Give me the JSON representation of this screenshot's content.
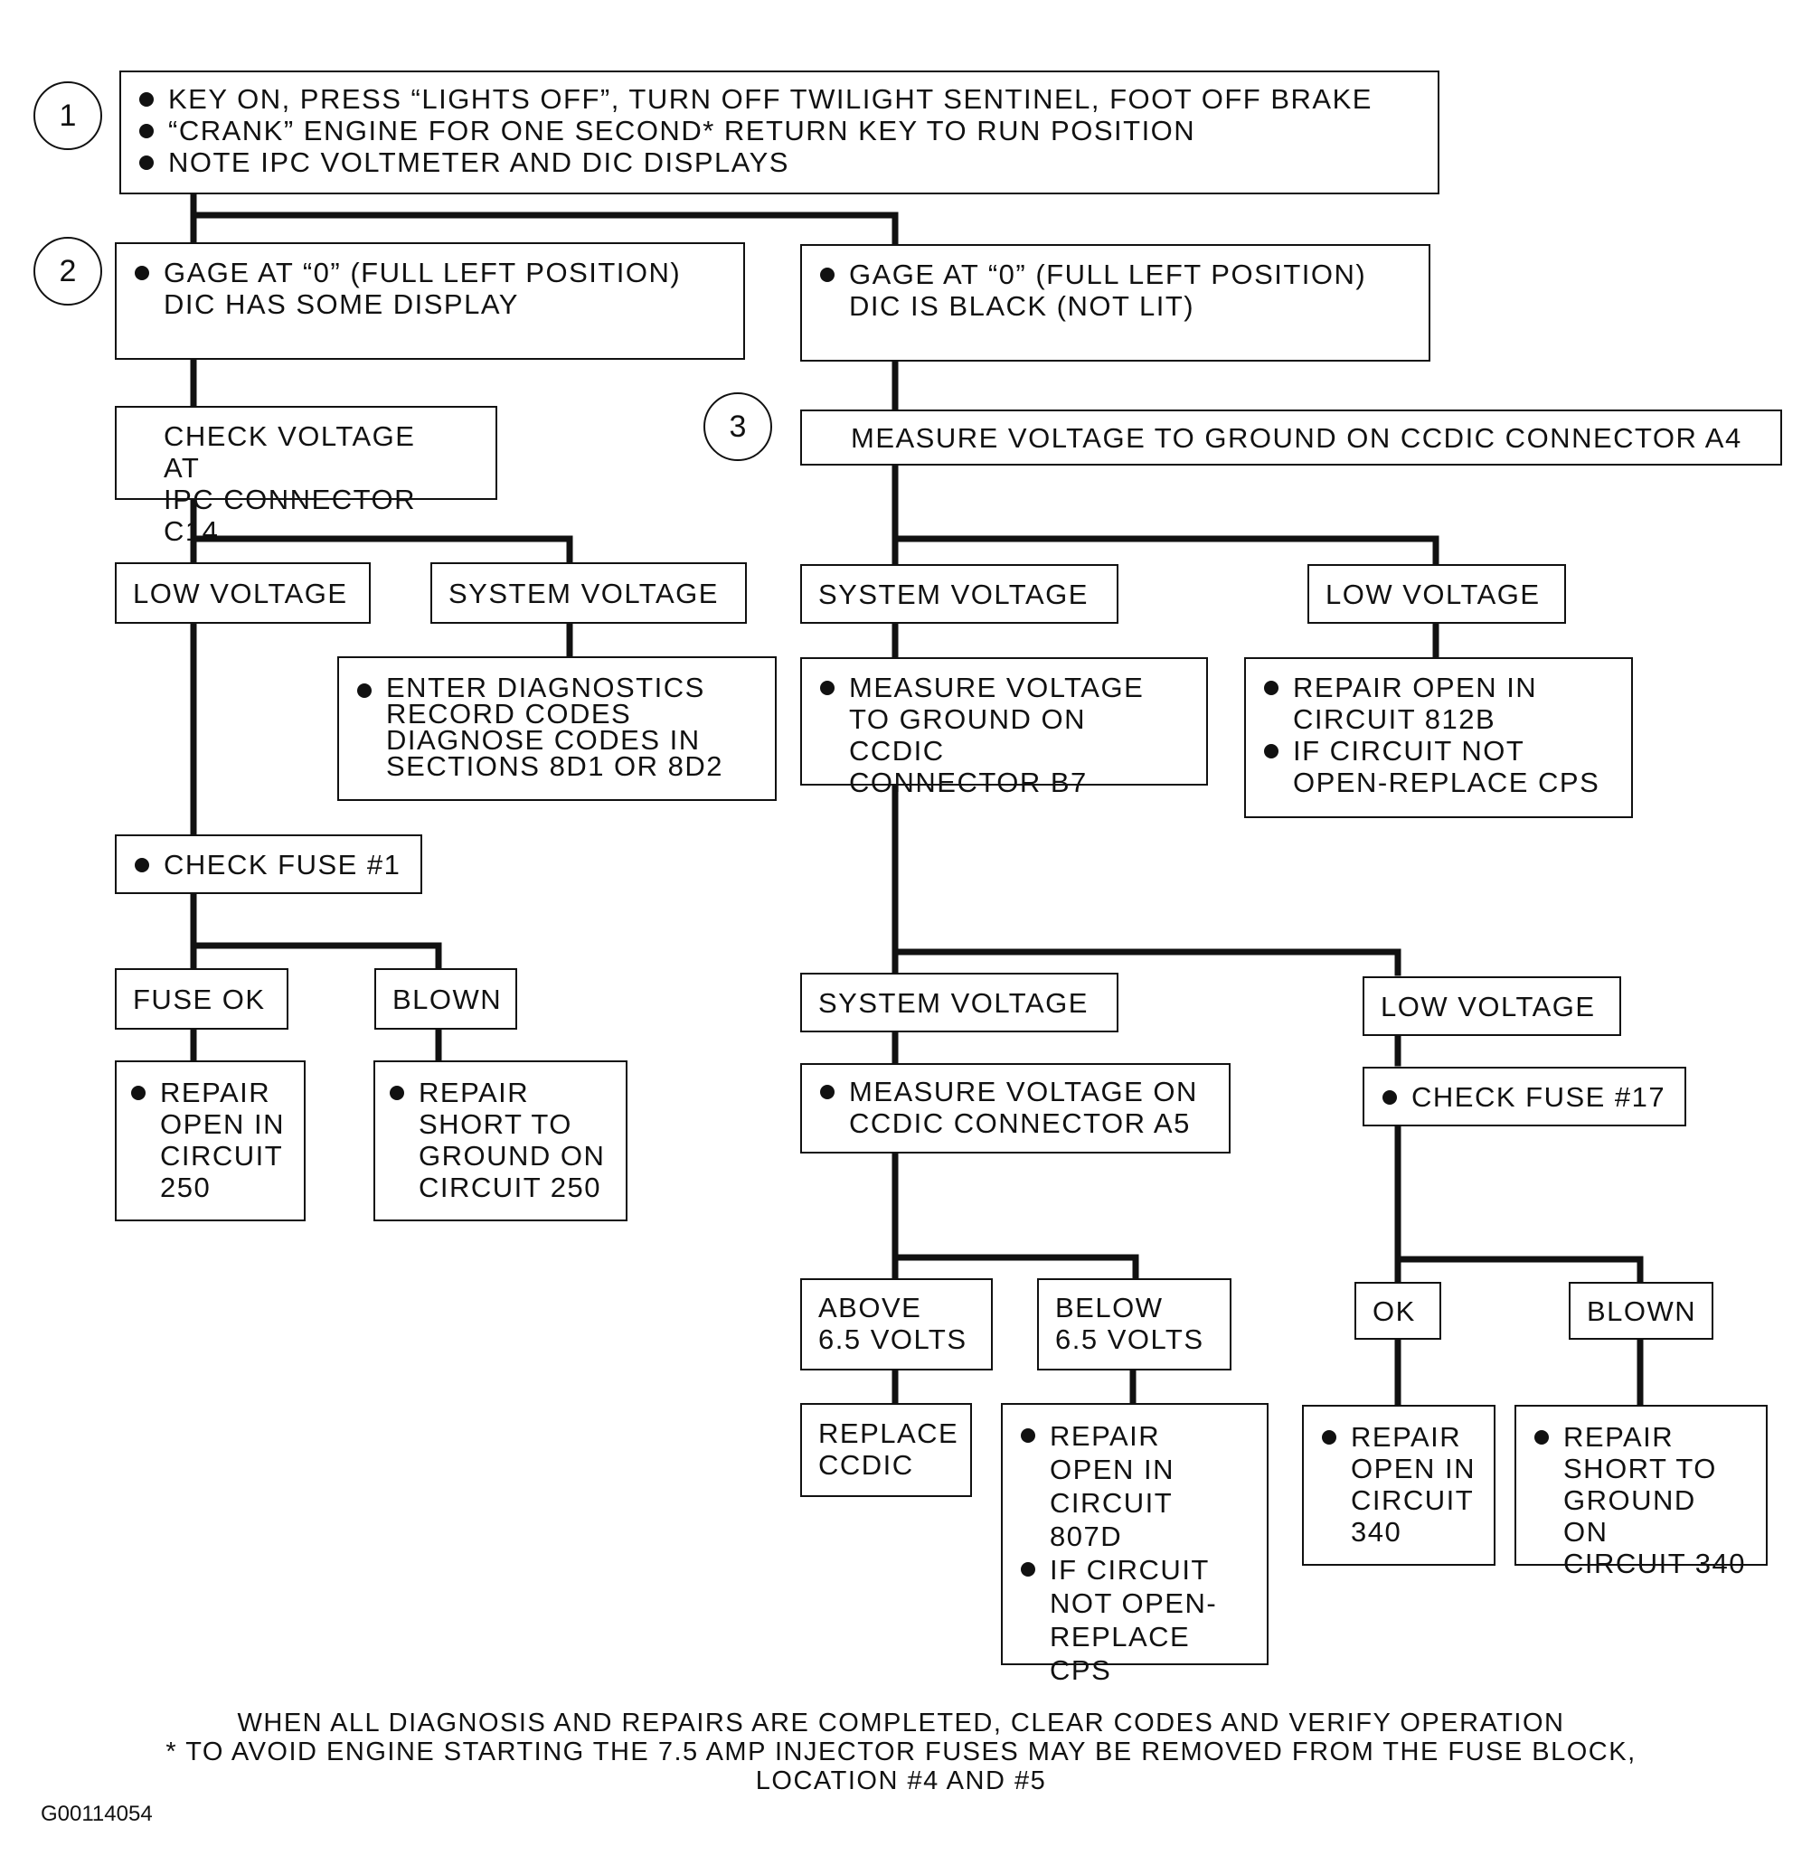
{
  "steps": [
    "1",
    "2",
    "3"
  ],
  "box_start": {
    "items": [
      "KEY ON, PRESS “LIGHTS OFF”, TURN OFF TWILIGHT SENTINEL, FOOT OFF BRAKE",
      "“CRANK” ENGINE FOR ONE SECOND* RETURN KEY TO RUN POSITION",
      "NOTE IPC VOLTMETER AND DIC DISPLAYS"
    ]
  },
  "left": {
    "gage_some": "GAGE AT “0” (FULL LEFT POSITION)\nDIC HAS SOME DISPLAY",
    "check_voltage_c14": "CHECK VOLTAGE AT\nIPC CONNECTOR C14",
    "low_voltage": "LOW VOLTAGE",
    "system_voltage": "SYSTEM VOLTAGE",
    "enter_diagnostics": "ENTER DIAGNOSTICS\nRECORD CODES\nDIAGNOSE CODES IN\nSECTIONS 8D1 OR 8D2",
    "check_fuse_1": "CHECK FUSE #1",
    "fuse_ok": "FUSE OK",
    "blown": "BLOWN",
    "repair_open_250": "REPAIR\nOPEN IN\nCIRCUIT\n250",
    "repair_short_250": "REPAIR\nSHORT TO\nGROUND ON\nCIRCUIT 250"
  },
  "right": {
    "gage_black": "GAGE AT “0” (FULL LEFT POSITION)\nDIC IS BLACK (NOT LIT)",
    "measure_a4": "MEASURE VOLTAGE TO GROUND ON CCDIC CONNECTOR A4",
    "system_voltage_1": "SYSTEM VOLTAGE",
    "low_voltage_1": "LOW VOLTAGE",
    "measure_b7": "MEASURE VOLTAGE\nTO GROUND ON CCDIC\nCONNECTOR B7",
    "repair_812b": [
      "REPAIR OPEN IN\nCIRCUIT 812B",
      "IF CIRCUIT NOT\nOPEN-REPLACE CPS"
    ],
    "system_voltage_2": "SYSTEM VOLTAGE",
    "low_voltage_2": "LOW VOLTAGE",
    "measure_a5": "MEASURE VOLTAGE ON\nCCDIC CONNECTOR A5",
    "check_fuse_17": "CHECK FUSE #17",
    "above_65": "ABOVE\n6.5 VOLTS",
    "below_65": "BELOW\n6.5 VOLTS",
    "ok": "OK",
    "blown": "BLOWN",
    "replace_ccdic": "REPLACE\nCCDIC",
    "repair_807d": [
      "REPAIR\nOPEN IN\nCIRCUIT 807D",
      "IF CIRCUIT\nNOT OPEN-\nREPLACE\nCPS"
    ],
    "repair_open_340": "REPAIR\nOPEN IN\nCIRCUIT\n340",
    "repair_short_340": "REPAIR\nSHORT TO\nGROUND ON\nCIRCUIT 340"
  },
  "footer": {
    "line1": "WHEN ALL DIAGNOSIS AND REPAIRS ARE COMPLETED, CLEAR CODES AND VERIFY OPERATION",
    "line2": "* TO AVOID ENGINE STARTING THE 7.5 AMP INJECTOR FUSES MAY BE REMOVED FROM THE FUSE BLOCK,",
    "line3": "LOCATION #4 AND #5"
  },
  "figure_id": "G00114054"
}
